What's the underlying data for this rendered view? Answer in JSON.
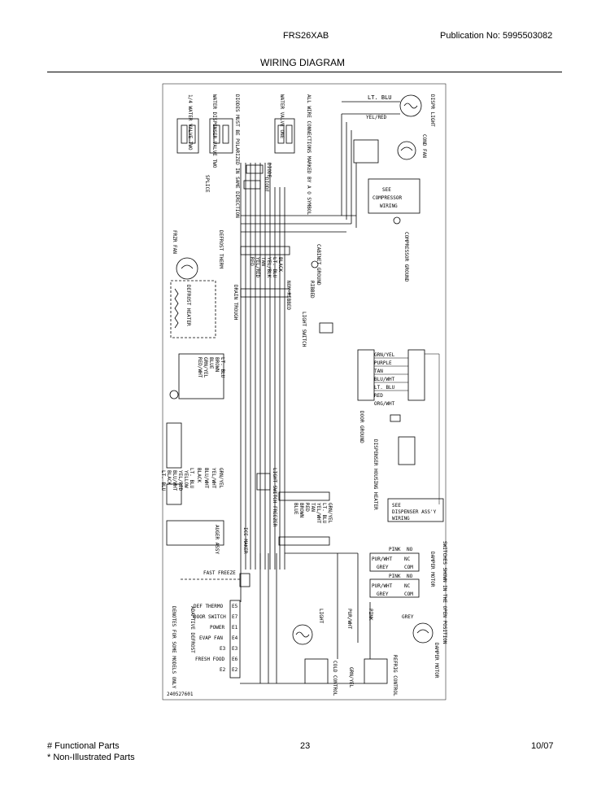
{
  "header": {
    "model": "FRS26XAB",
    "publication": "Publication No:  5995503082",
    "title": "WIRING DIAGRAM"
  },
  "footer": {
    "functional_parts": "# Functional Parts",
    "non_illustrated": "* Non-Illustrated Parts",
    "page_number": "23",
    "date": "10/07"
  },
  "diagram": {
    "top_components": [
      "1/4 WATER VALVE TWO",
      "WATER DISPENSER VALVE TWO",
      "WATER VALVE ONE",
      "DIODES MUST BE POLARIZED IN SAME DIRECTION",
      "ALL WIRE CONNECTIONS MARKED BY A O SYMBOL",
      "DISPR LIGHT"
    ],
    "labels": {
      "lt_blu": "LT. BLU",
      "yel_red": "YEL/RED",
      "cond_fan": "COND FAN",
      "see_compressor": "SEE COMPRESSOR WIRING",
      "compressor_ground": "COMPRESSOR GROUND",
      "diode1": "DIODE",
      "diode2": "DIODE",
      "splice": "SPLICE",
      "cabinet_ground": "CABINET GROUND",
      "ribbed": "RIBBED",
      "non_ribbed": "NON-RIBBED",
      "frzr_fan": "FRZR FAN",
      "defrost_therm": "DEFROST THERM",
      "defrost_heater": "DEFROST HEATER",
      "drain_trough": "DRAIN TROUGH",
      "light_switch": "LIGHT SWITCH",
      "door_ground": "DOOR GROUND",
      "dispenser_housing_heater": "DISPENSER HOUSING HEATER",
      "see_dispenser": "SEE DISPENSER ASS'Y WIRING",
      "light_switch_freezer": "LIGHT SWITCH FREEZER",
      "ice_maker": "ICE MAKER",
      "auger_motor": "AUGER ASSY",
      "fast_freeze": "FAST FREEZE",
      "light": "LIGHT",
      "pur_wht": "PUR/WHT",
      "pink": "PINK",
      "grey": "GREY",
      "damper_motor": "DAMPER MOTOR",
      "refrig_control": "REFRIG CONTROL",
      "cold_control": "COLD CONTROL",
      "grn_yel": "GRN/YEL",
      "switches_note": "SWITCHES SHOWN IN THE OPEN POSITION",
      "damper_motor_top": "DAMPER MOTOR",
      "adaptive_defrost": "ADAPTIVE DEFROST",
      "denotes": "DENOTES FOR SOME MODELS ONLY",
      "part_number": "240527601"
    },
    "connector_wires_a": [
      "LT. BLU",
      "BROWN",
      "BLUE",
      "GRN/YEL",
      "RED/WHT"
    ],
    "connector_wires_b": [
      "BLACK",
      "LT. BLU",
      "YEL/BLK",
      "TAN",
      "YEL/RED",
      "RED"
    ],
    "connector_wires_c": [
      "GRN/YEL",
      "PURPLE",
      "TAN",
      "BLU/WHT",
      "LT. BLU",
      "RED",
      "ORG/WHT"
    ],
    "connector_wires_d": [
      "GRN/YEL",
      "YEL/WHT",
      "BLU/WHT",
      "BLACK",
      "LT. BLU"
    ],
    "connector_wires_e": [
      "GRN/YEL",
      "LT. BLU",
      "YEL/WHT",
      "TAN",
      "RED",
      "BROWN",
      "BLUE"
    ],
    "connector_wires_f": [
      "YELLOW",
      "YEL/RED",
      "BLU/WHT",
      "BLACK",
      "LT. BLU"
    ],
    "damper_pins": [
      {
        "wire": "PINK",
        "pin": "NO"
      },
      {
        "wire": "PUR/WHT",
        "pin": "NC"
      },
      {
        "wire": "GREY",
        "pin": "COM"
      },
      {
        "wire": "PINK",
        "pin": "NO"
      },
      {
        "wire": "PUR/WHT",
        "pin": "NC"
      },
      {
        "wire": "GREY",
        "pin": "COM"
      }
    ],
    "control_terminals": [
      {
        "label": "DEF THERMO",
        "pin": "E5"
      },
      {
        "label": "DOOR SWITCH",
        "pin": "E7"
      },
      {
        "label": "POWER",
        "pin": "E1"
      },
      {
        "label": "EVAP FAN",
        "pin": "E4"
      },
      {
        "label": "E3",
        "pin": "E3"
      },
      {
        "label": "FRESH FOOD",
        "pin": "E6"
      },
      {
        "label": "E2",
        "pin": "E2"
      }
    ]
  }
}
